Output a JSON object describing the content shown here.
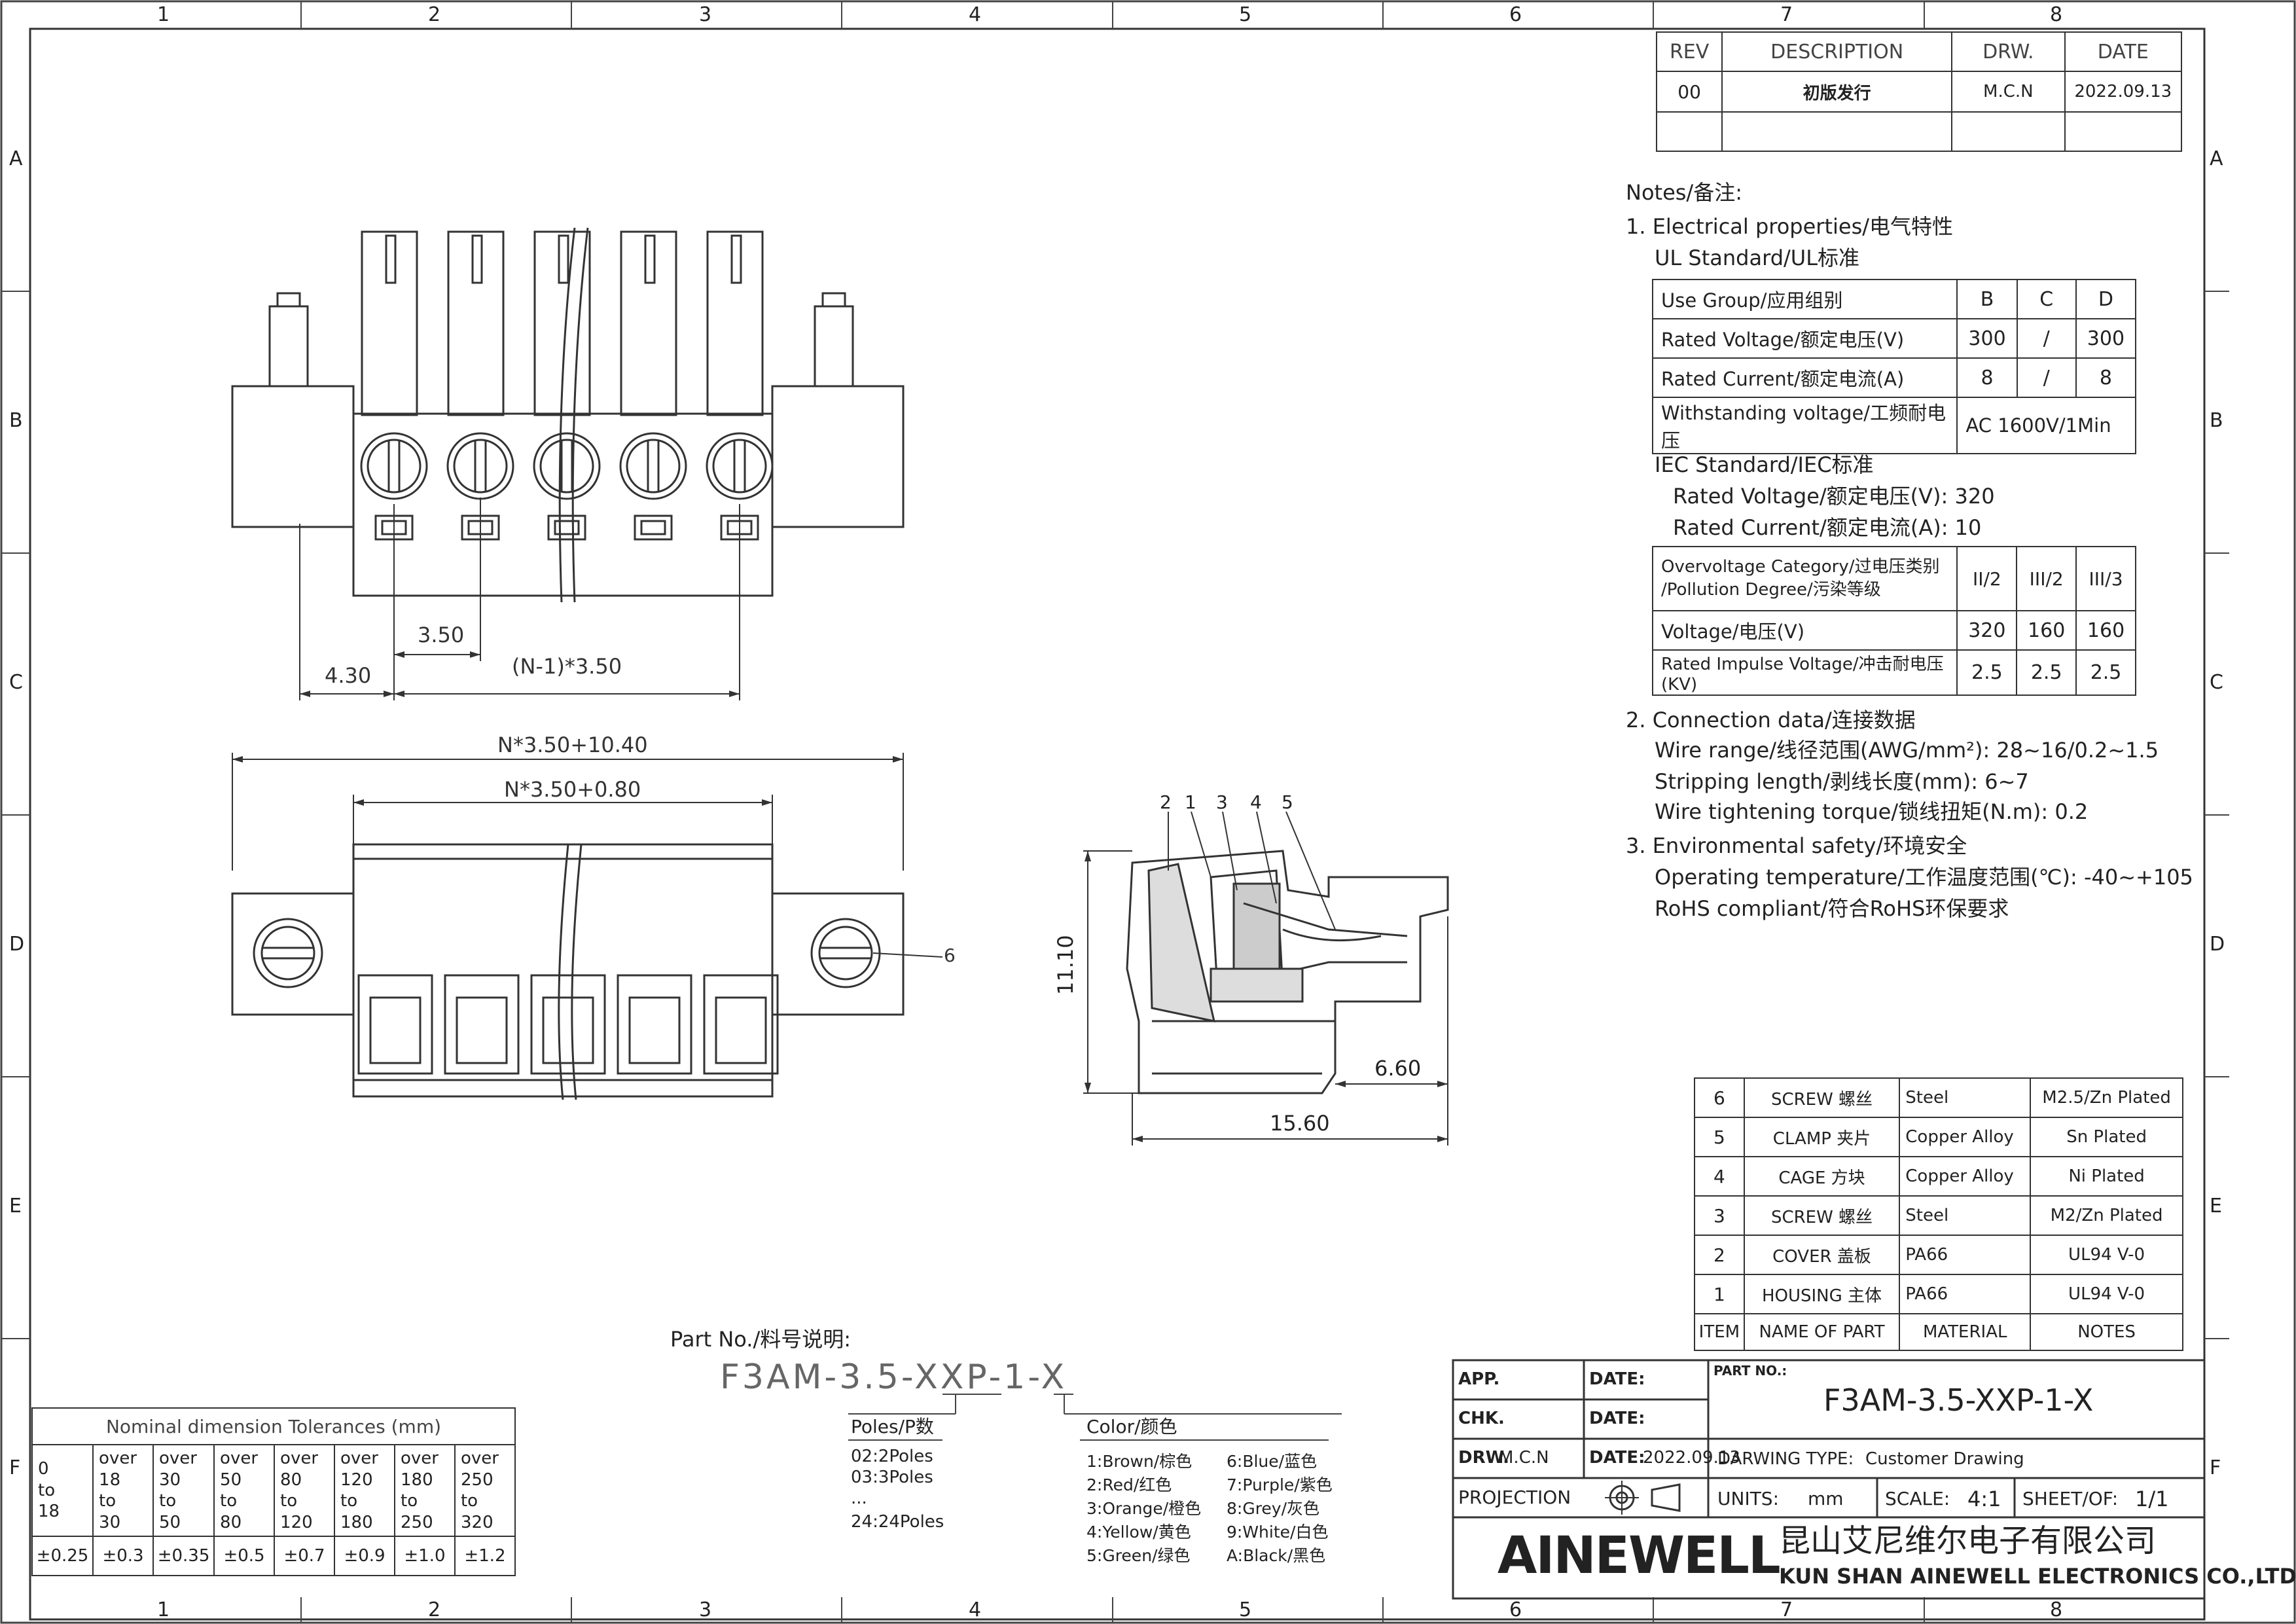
{
  "zones": {
    "columns": [
      "1",
      "2",
      "3",
      "4",
      "5",
      "6",
      "7",
      "8"
    ],
    "rows": [
      "A",
      "B",
      "C",
      "D",
      "E",
      "F"
    ]
  },
  "revision": {
    "headers": [
      "REV",
      "DESCRIPTION",
      "DRW.",
      "DATE"
    ],
    "rows": [
      [
        "00",
        "初版发行",
        "M.C.N",
        "2022.09.13"
      ]
    ]
  },
  "notes": {
    "title": "Notes/备注:",
    "electrical": "1. Electrical properties/电气特性",
    "ul_standard": "UL Standard/UL标准",
    "ul_table": {
      "headers": [
        "Use Group/应用组别",
        "B",
        "C",
        "D"
      ],
      "rows": [
        [
          "Rated Voltage/额定电压(V)",
          "300",
          "/",
          "300"
        ],
        [
          "Rated Current/额定电流(A)",
          "8",
          "/",
          "8"
        ],
        [
          "Withstanding voltage/工频耐电压",
          "AC 1600V/1Min"
        ]
      ]
    },
    "iec_standard": "IEC Standard/IEC标准",
    "iec_voltage": "Rated Voltage/额定电压(V): 320",
    "iec_current": "Rated Current/额定电流(A):  10",
    "iec_table": {
      "header_line1": "Overvoltage Category/过电压类别",
      "header_line2": "/Pollution Degree/污染等级",
      "headers": [
        "II/2",
        "III/2",
        "III/3"
      ],
      "rows": [
        [
          "Voltage/电压(V)",
          "320",
          "160",
          "160"
        ],
        [
          "Rated Impulse Voltage/冲击耐电压(KV)",
          "2.5",
          "2.5",
          "2.5"
        ]
      ]
    },
    "connection": "2. Connection data/连接数据",
    "wire_range": "Wire range/线径范围(AWG/mm²):  28~16/0.2~1.5",
    "stripping": "Stripping length/剥线长度(mm): 6~7",
    "torque": "Wire tightening torque/锁线扭矩(N.m): 0.2",
    "environment": "3. Environmental safety/环境安全",
    "operating": "Operating temperature/工作温度范围(℃):  -40~+105",
    "rohs": "RoHS compliant/符合RoHS环保要求"
  },
  "dimensions": {
    "pitch": "3.50",
    "offset": "4.30",
    "span": "(N-1)*3.50",
    "overall": "N*3.50+10.40",
    "body": "N*3.50+0.80",
    "height": "11.10",
    "depth": "15.60",
    "strip": "6.60",
    "item_callouts": [
      "2",
      "1",
      "3",
      "4",
      "5"
    ],
    "screw_callout": "6"
  },
  "bom": {
    "rows": [
      [
        "6",
        "SCREW 螺丝",
        "Steel",
        "M2.5/Zn Plated"
      ],
      [
        "5",
        "CLAMP 夹片",
        "Copper Alloy",
        "Sn Plated"
      ],
      [
        "4",
        "CAGE 方块",
        "Copper Alloy",
        "Ni Plated"
      ],
      [
        "3",
        "SCREW 螺丝",
        "Steel",
        "M2/Zn Plated"
      ],
      [
        "2",
        "COVER 盖板",
        "PA66",
        "UL94 V-0"
      ],
      [
        "1",
        "HOUSING 主体",
        "PA66",
        "UL94 V-0"
      ]
    ],
    "headers": [
      "ITEM",
      "NAME OF PART",
      "MATERIAL",
      "NOTES"
    ]
  },
  "part_number_block": {
    "label": "Part No./料号说明:",
    "code": "F3AM-3.5-XXP-1-X",
    "poles_title": "Poles/P数",
    "poles": [
      "02:2Poles",
      "03:3Poles",
      "...",
      "24:24Poles"
    ],
    "color_title": "Color/颜色",
    "colors_left": [
      "1:Brown/棕色",
      "2:Red/红色",
      "3:Orange/橙色",
      "4:Yellow/黄色",
      "5:Green/绿色"
    ],
    "colors_right": [
      "6:Blue/蓝色",
      "7:Purple/紫色",
      "8:Grey/灰色",
      "9:White/白色",
      "A:Black/黑色"
    ]
  },
  "tolerances": {
    "title": "Nominal dimension Tolerances (mm)",
    "ranges": [
      [
        "0",
        "to",
        "18"
      ],
      [
        "over 18",
        "to",
        "30"
      ],
      [
        "over 30",
        "to",
        "50"
      ],
      [
        "over 50",
        "to",
        "80"
      ],
      [
        "over 80",
        "to",
        "120"
      ],
      [
        "over 120",
        "to",
        "180"
      ],
      [
        "over 180",
        "to",
        "250"
      ],
      [
        "over 250",
        "to",
        "320"
      ]
    ],
    "values": [
      "±0.25",
      "±0.3",
      "±0.35",
      "±0.5",
      "±0.7",
      "±0.9",
      "±1.0",
      "±1.2"
    ]
  },
  "title_block": {
    "app": "APP.",
    "chk": "CHK.",
    "drw": "DRW.",
    "drw_value": "M.C.N",
    "date_label": "DATE:",
    "date_value": "2022.09.13",
    "projection": "PROJECTION",
    "part_no_label": "PART NO.:",
    "part_no": "F3AM-3.5-XXP-1-X",
    "drawing_type_label": "DARWING TYPE:",
    "drawing_type": "Customer Drawing",
    "units_label": "UNITS:",
    "units": "mm",
    "scale_label": "SCALE:",
    "scale": "4:1",
    "sheet_label": "SHEET/OF:",
    "sheet": "1/1",
    "logo": "AINEWELL",
    "company_cn": "昆山艾尼维尔电子有限公司",
    "company_en": "KUN SHAN AINEWELL ELECTRONICS CO.,LTD"
  }
}
